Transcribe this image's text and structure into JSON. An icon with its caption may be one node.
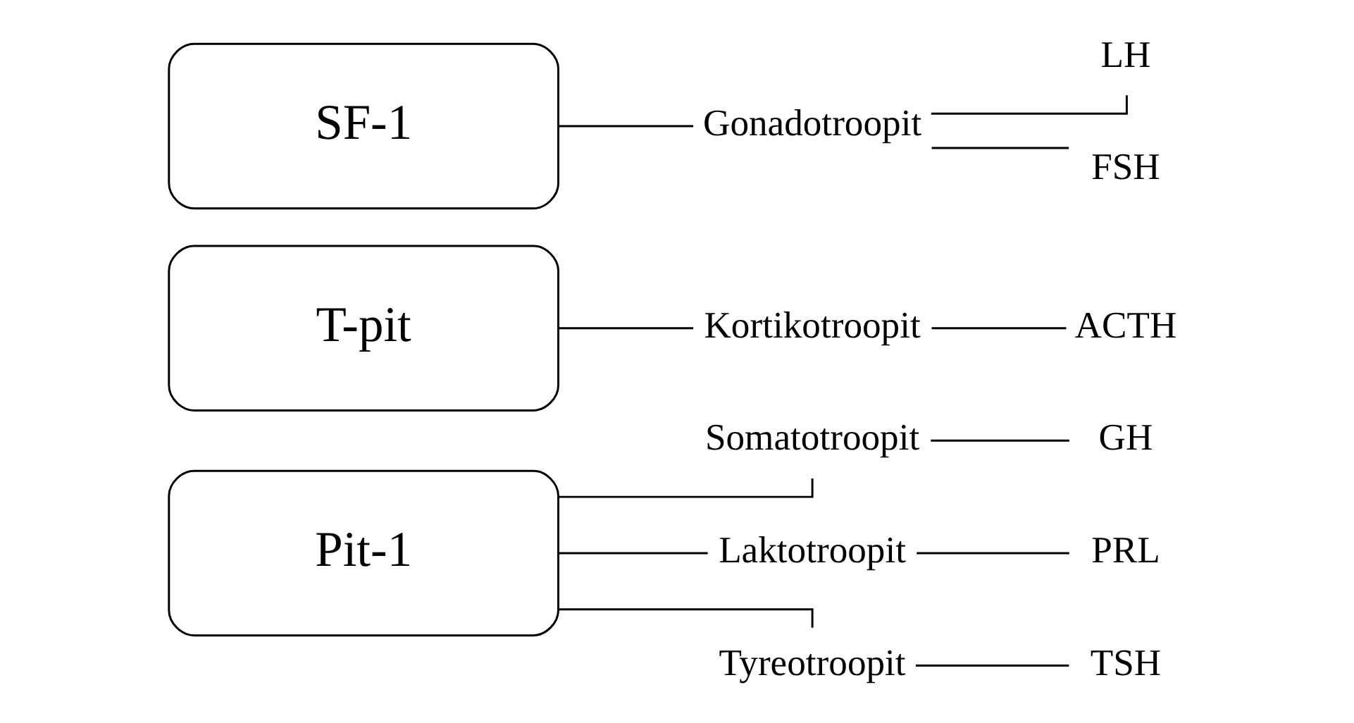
{
  "diagram": {
    "nodes": [
      {
        "text": [
          "Pit-1"
        ]
      },
      {
        "text": [
          "Somatotroopit"
        ]
      },
      {
        "text": [
          "Laktotroopit"
        ]
      },
      {
        "text": [
          "Tyreotroopit"
        ]
      },
      {
        "text": [
          "GH"
        ]
      },
      {
        "text": [
          "PRL"
        ]
      },
      {
        "text": [
          "TSH"
        ]
      },
      {
        "text": [
          "T-pit"
        ]
      },
      {
        "text": [
          "Kortikotroopit"
        ]
      },
      {
        "text": [
          "ACTH"
        ]
      },
      {
        "text": [
          "SF-1"
        ]
      },
      {
        "text": [
          "Gonadotroopit"
        ]
      },
      {
        "text": [
          "LH"
        ]
      },
      {
        "text": [
          "FSH"
        ]
      }
    ],
    "edges": [
      {
        "from": 0,
        "to": 1,
        "arrow": "none"
      },
      {
        "from": 0,
        "to": 2,
        "arrow": "none"
      },
      {
        "from": 0,
        "to": 3,
        "arrow": "none"
      },
      {
        "from": 1,
        "to": 4,
        "arrow": "none"
      },
      {
        "from": 2,
        "to": 5,
        "arrow": "none"
      },
      {
        "from": 3,
        "to": 6,
        "arrow": "none"
      },
      {
        "from": 7,
        "to": 8,
        "arrow": "none"
      },
      {
        "from": 8,
        "to": 9,
        "arrow": "none"
      },
      {
        "from": 10,
        "to": 11,
        "arrow": "none"
      },
      {
        "from": 11,
        "to": 12,
        "arrow": "none"
      },
      {
        "from": 11,
        "to": 13,
        "arrow": "none"
      }
    ]
  }
}
